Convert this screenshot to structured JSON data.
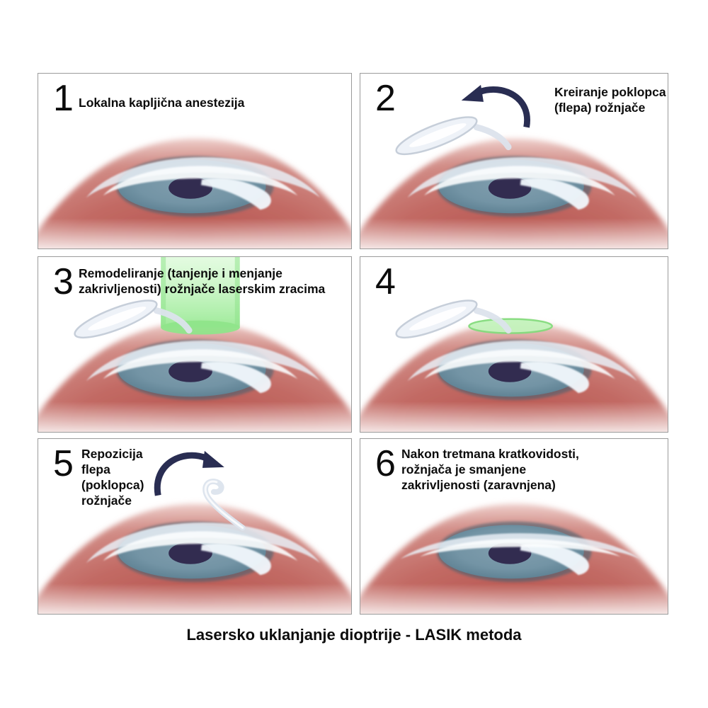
{
  "title": "Lasersko uklanjanje dioptrije - LASIK metoda",
  "steps": [
    {
      "number": "1",
      "caption": "Lokalna kapljična anestezija",
      "icon": "eye-illustration"
    },
    {
      "number": "2",
      "caption": "Kreiranje poklopca\n(flepa) rožnjače",
      "icon": "curved-arrow-left-icon"
    },
    {
      "number": "3",
      "caption": "Remodeliranje (tanjenje i menjanje\nzakrivljenosti) rožnjače laserskim zracima",
      "icon": "laser-beam"
    },
    {
      "number": "4",
      "caption": "",
      "icon": "eye-illustration"
    },
    {
      "number": "5",
      "caption": "Repozicija\nflepa\n(poklopca)\nrožnjače",
      "icon": "curved-arrow-right-icon"
    },
    {
      "number": "6",
      "caption": "Nakon tretmana kratkovidosti,\nrožnjača je smanjene\nzakrivljenosti (zaravnjena)",
      "icon": "eye-illustration"
    }
  ],
  "illustration_colors": {
    "sclera_red": "#c2665f",
    "iris_blue": "#6b8da0",
    "pupil_navy": "#322c50",
    "cornea_white": "#eef3f9",
    "laser_green": "#9aea94",
    "arrow_navy": "#292d52",
    "panel_border_gray": "#9b9b9b",
    "text_black": "#0c0c0c"
  }
}
